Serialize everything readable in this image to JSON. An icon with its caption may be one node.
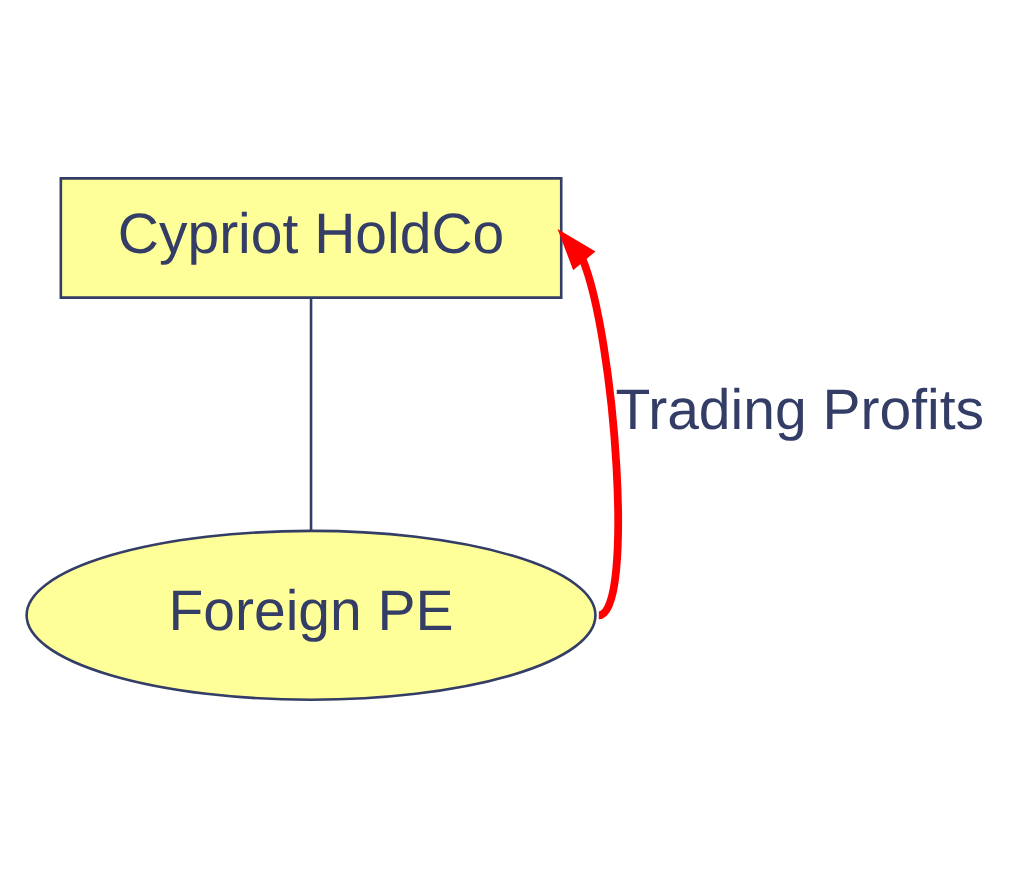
{
  "diagram": {
    "nodes": [
      {
        "text": [
          "Cypriot HoldCo"
        ]
      },
      {
        "text": [
          "Foreign PE"
        ]
      }
    ],
    "edges": [
      {
        "from": 0,
        "to": 1,
        "arrow": "none"
      },
      {
        "from": 1,
        "to": 0,
        "arrow": "to",
        "label": "Trading Profits",
        "style": "thick",
        "color": "#ff0000"
      }
    ]
  }
}
